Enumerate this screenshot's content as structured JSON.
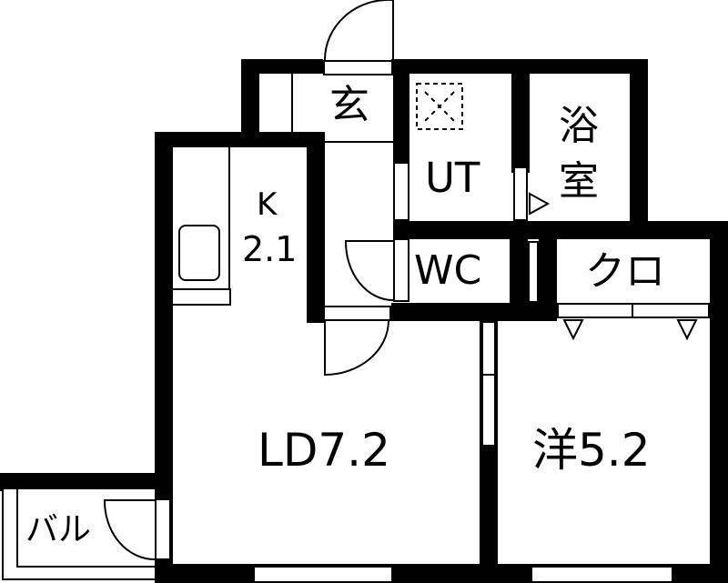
{
  "floor_plan": {
    "rooms": {
      "entrance": {
        "label": "玄"
      },
      "utility": {
        "label": "UT"
      },
      "bathroom": {
        "label_line1": "浴",
        "label_line2": "室"
      },
      "kitchen": {
        "label_line1": "K",
        "label_line2": "2.1"
      },
      "toilet": {
        "label": "WC"
      },
      "closet": {
        "label": "クロ"
      },
      "living_dining": {
        "label": "LD7.2"
      },
      "western_room": {
        "label": "洋5.2"
      },
      "balcony": {
        "label": "バル"
      }
    },
    "colors": {
      "wall": "#000000",
      "background": "#ffffff"
    }
  }
}
